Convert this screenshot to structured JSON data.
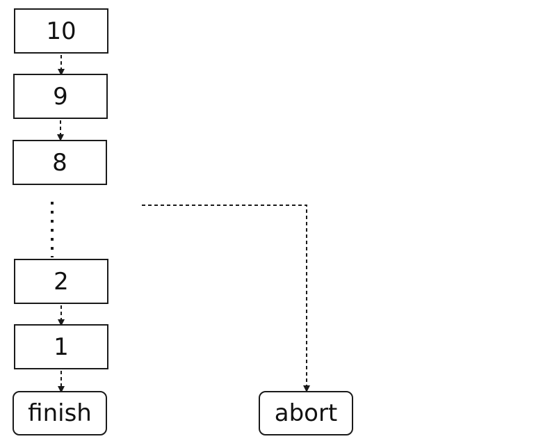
{
  "diagram": {
    "nodes": {
      "n10": {
        "label": "10"
      },
      "n9": {
        "label": "9"
      },
      "n8": {
        "label": "8"
      },
      "n2": {
        "label": "2"
      },
      "n1": {
        "label": "1"
      },
      "finish": {
        "label": "finish"
      },
      "abort": {
        "label": "abort"
      }
    },
    "edges": [
      {
        "from": "10",
        "to": "9",
        "style": "dashed"
      },
      {
        "from": "9",
        "to": "8",
        "style": "dashed"
      },
      {
        "from": "8",
        "to": "2",
        "style": "dotted"
      },
      {
        "from": "2",
        "to": "1",
        "style": "dashed"
      },
      {
        "from": "1",
        "to": "finish",
        "style": "dashed"
      },
      {
        "from": "sequence",
        "to": "abort",
        "style": "dashed"
      }
    ],
    "colors": {
      "stroke": "#1a1a1a",
      "background": "#ffffff"
    }
  }
}
